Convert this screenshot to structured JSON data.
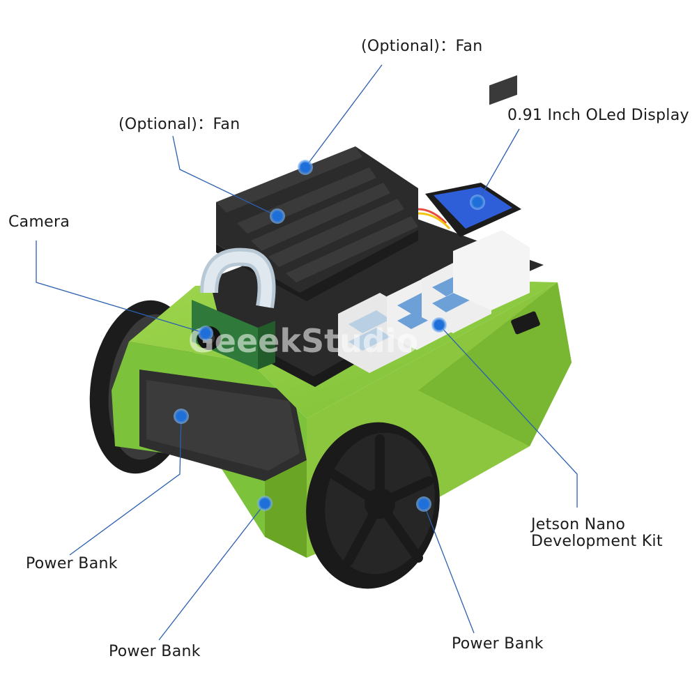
{
  "labels": {
    "fan_top": "(Optional)：Fan",
    "fan_left": "(Optional)：Fan",
    "oled": "0.91 Inch OLed Display",
    "camera": "Camera",
    "jetson_line1": "Jetson Nano",
    "jetson_line2": "Development Kit",
    "power_bank_left": "Power Bank",
    "power_bank_mid": "Power Bank",
    "power_bank_right": "Power Bank"
  },
  "watermark": "GeeekStudio",
  "colors": {
    "chassis_green": "#8cc63f",
    "chassis_dark_green": "#6aa526",
    "heatsink": "#2b2b2b",
    "wheel": "#1c1c1c",
    "callout_dot": "#1e6fd9",
    "leader_line": "#2a5fb0",
    "usb_port": "#e8e8e8",
    "oled_blue": "#2f5fd8"
  }
}
